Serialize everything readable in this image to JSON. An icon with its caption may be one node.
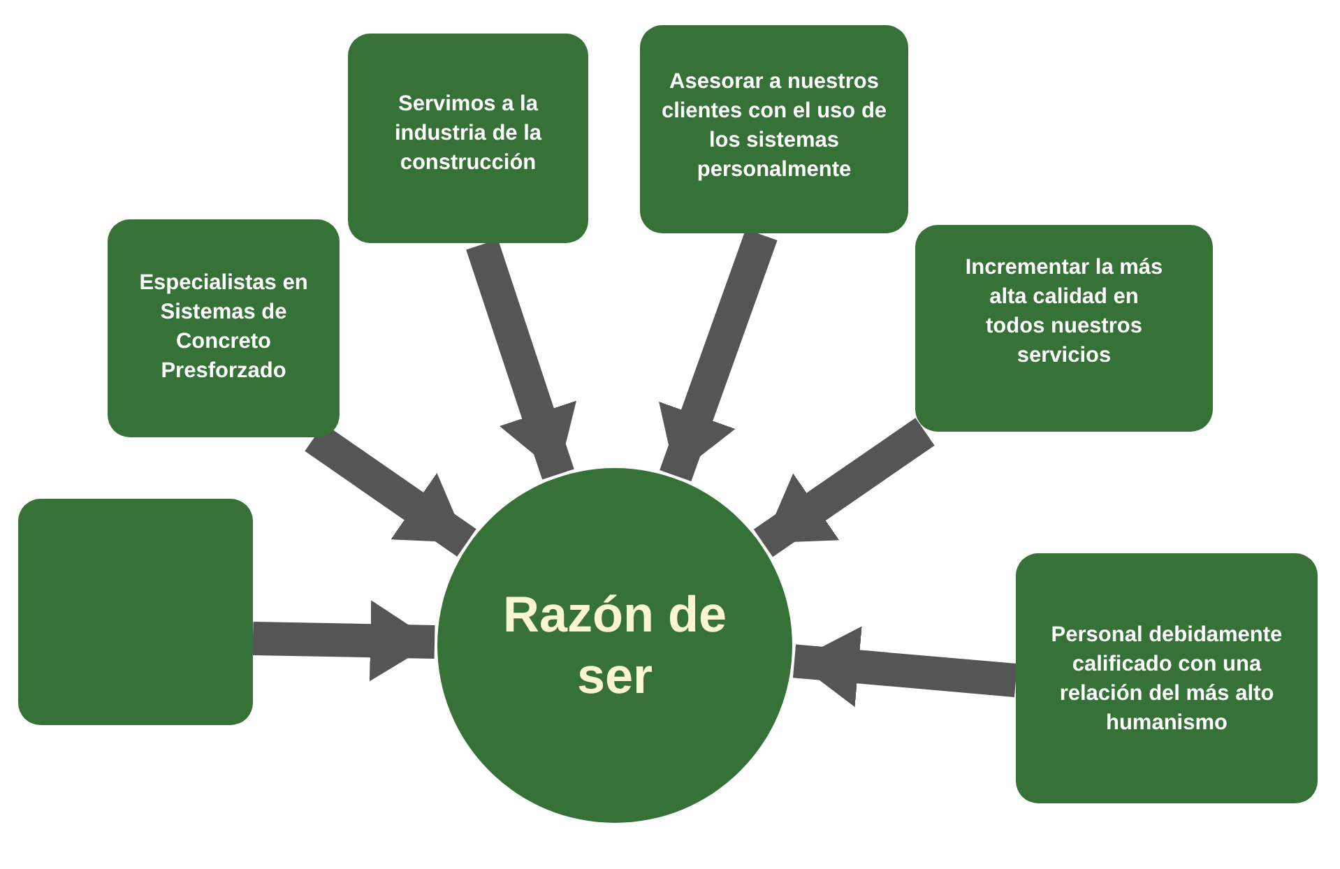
{
  "diagram": {
    "nodes": [
      {
        "text": [
          "Servimos a la industria de la construcción"
        ]
      },
      {
        "text": [
          "Asesorar a nuestros clientes con el uso de los sistemas personalmente"
        ]
      },
      {
        "text": [
          "Especialistas en Sistemas de Concreto Presforzado"
        ]
      },
      {
        "text": [
          "Incrementar la más alta calidad en todos nuestros servicios"
        ]
      },
      {
        "text": [],
        "shape": "box"
      },
      {
        "text": [
          "Razón de ser"
        ]
      },
      {
        "text": [
          "Personal debidamente calificado con una relación del más alto humanismo"
        ]
      }
    ],
    "edges": [
      {
        "from": 0,
        "to": 5,
        "arrow": "to"
      },
      {
        "from": 1,
        "to": 5,
        "arrow": "to"
      },
      {
        "from": 2,
        "to": 5,
        "arrow": "to"
      },
      {
        "from": 3,
        "to": 5,
        "arrow": "to"
      },
      {
        "from": 4,
        "to": 5,
        "arrow": "to"
      },
      {
        "from": 6,
        "to": 5,
        "arrow": "to"
      }
    ]
  }
}
